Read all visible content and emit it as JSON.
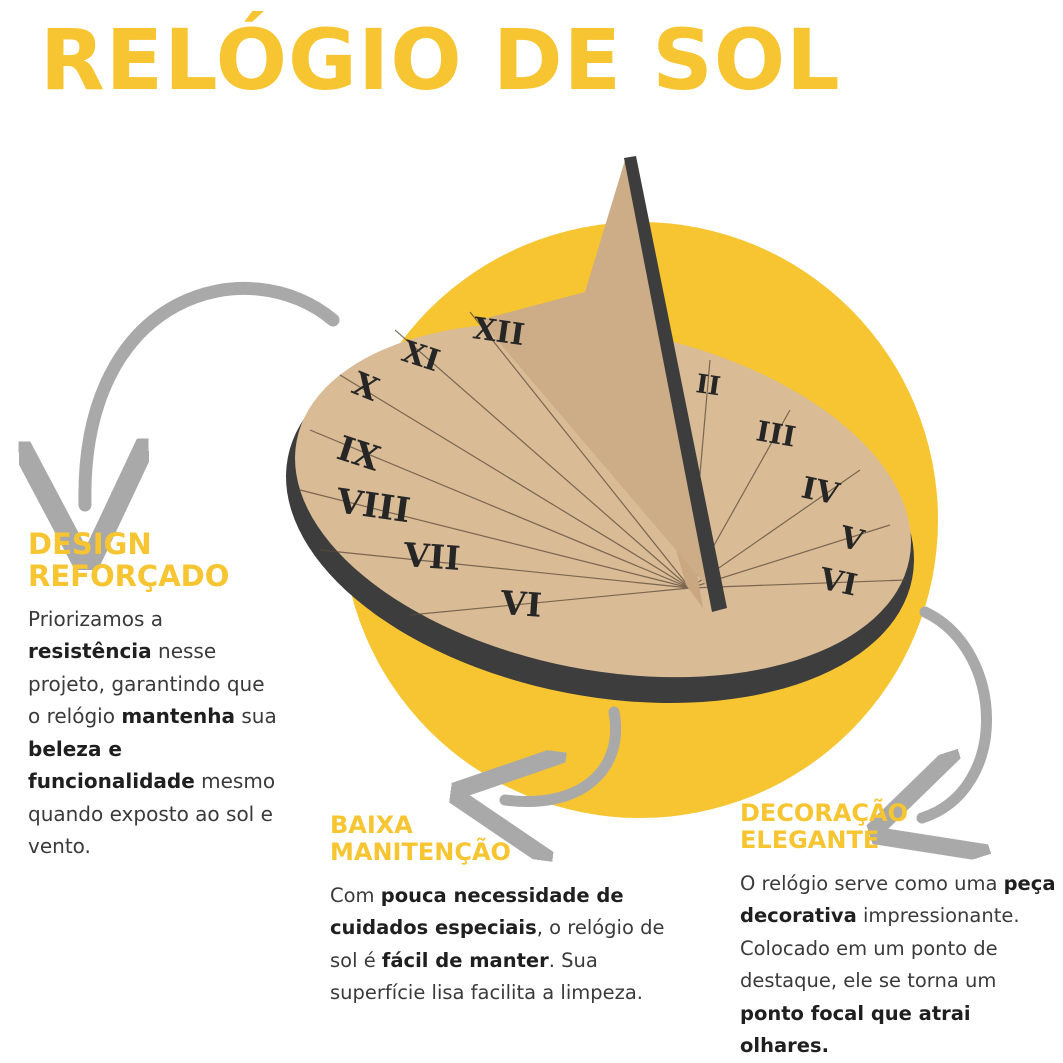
{
  "title": "RELÓGIO DE SOL",
  "numerals": [
    "XII",
    "XI",
    "X",
    "IX",
    "VIII",
    "VII",
    "VI",
    "II",
    "III",
    "IV",
    "V",
    "VI"
  ],
  "colors": {
    "accent": "#f6c531",
    "dial": "#d9bb96",
    "edge": "#3d3d3d",
    "arrow": "#a9a9a9",
    "text": "#3a3a3a"
  },
  "icons": {
    "arrows": "curved-arrow-icon"
  },
  "sections": {
    "design": {
      "heading_line1": "DESIGN",
      "heading_line2": "REFORÇADO",
      "p1": "Priorizamos a",
      "b1": "resistência",
      "p2": " nesse projeto, garantindo que o relógio ",
      "b2": "mantenha",
      "p3": " sua ",
      "b3": "beleza e funcionalidade",
      "p4": " mesmo quando exposto ao sol e vento."
    },
    "manutencao": {
      "heading_line1": "BAIXA",
      "heading_line2": "MANITENÇÃO",
      "p1": "Com ",
      "b1": "pouca necessidade de cuidados especiais",
      "p2": ", o relógio de sol é ",
      "b2": "fácil de manter",
      "p3": ". Sua superfície lisa facilita a limpeza."
    },
    "decoracao": {
      "heading_line1": "DECORAÇÃO",
      "heading_line2": "ELEGANTE",
      "p1": "O relógio serve como uma ",
      "b1": "peça decorativa",
      "p2": " impressionante. Colocado em um ponto de destaque, ele se torna um ",
      "b2": "ponto focal que atrai olhares."
    }
  }
}
